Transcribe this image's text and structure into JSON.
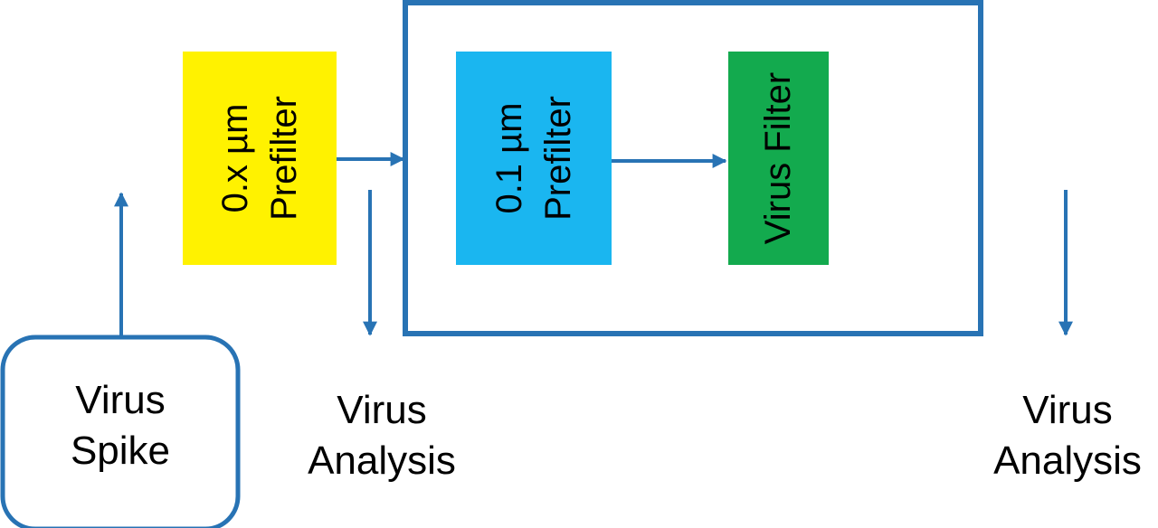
{
  "colors": {
    "connector": "#2873b4",
    "prefilter_coarse": "#fff200",
    "prefilter_fine": "#1ab6f0",
    "virus_filter": "#13aa4e"
  },
  "nodes": {
    "prefilter_coarse": {
      "line1": "0.x µm",
      "line2": "Prefilter"
    },
    "prefilter_fine": {
      "line1": "0.1 µm",
      "line2": "Prefilter"
    },
    "virus_filter": {
      "label": "Virus Filter"
    },
    "virus_spike": {
      "line1": "Virus",
      "line2": "Spike"
    }
  },
  "outputs": {
    "analysis_1": {
      "line1": "Virus",
      "line2": "Analysis"
    },
    "analysis_2": {
      "line1": "Virus",
      "line2": "Analysis"
    }
  }
}
